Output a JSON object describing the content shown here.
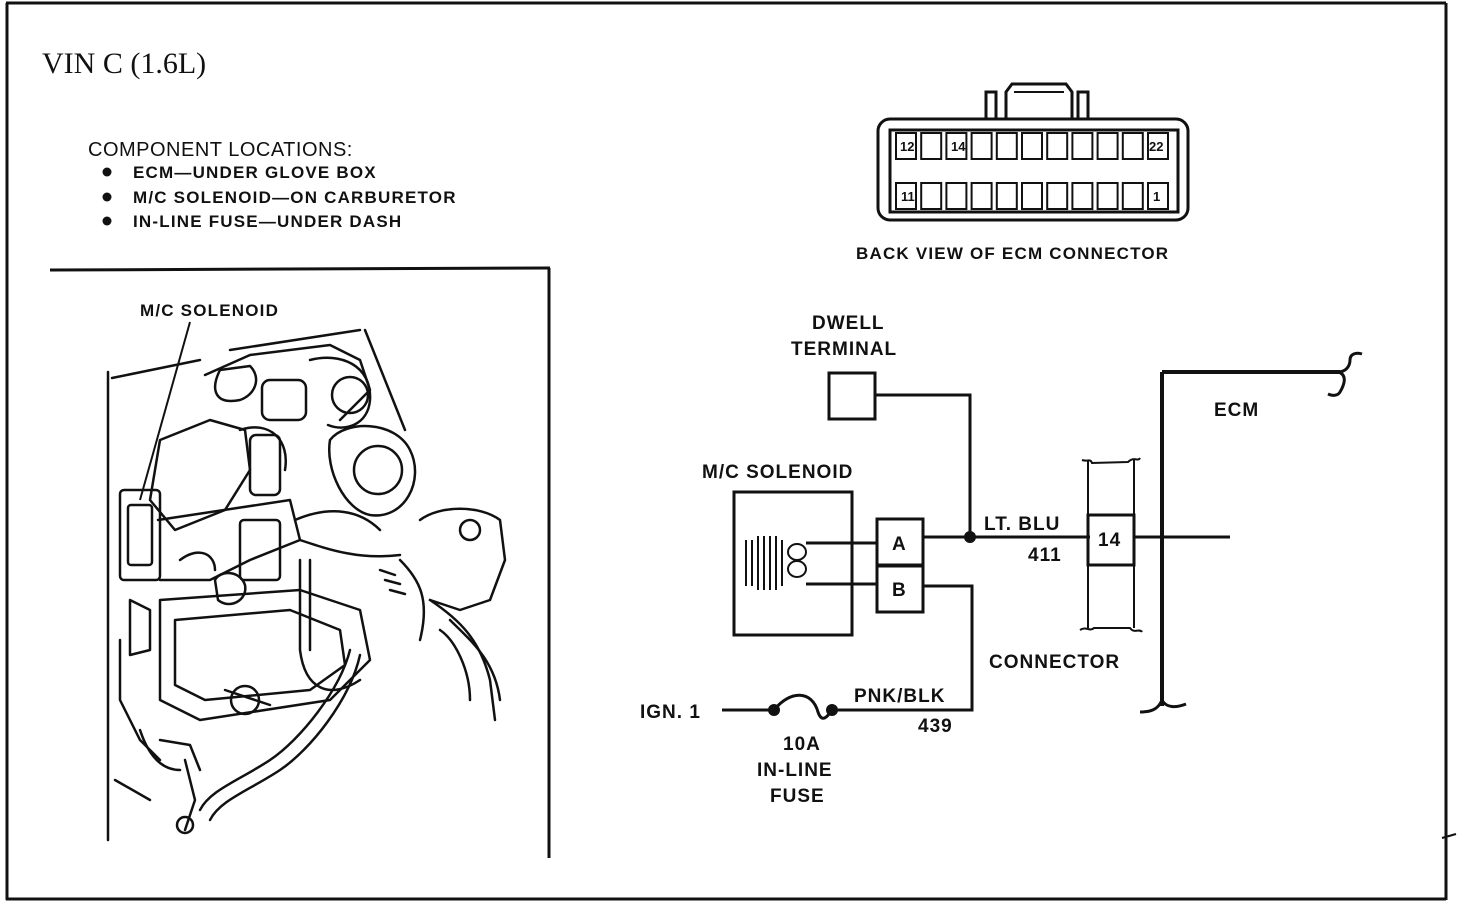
{
  "title": "VIN  C  (1.6L)",
  "locations": {
    "heading": "COMPONENT LOCATIONS:",
    "items": [
      "ECM—UNDER GLOVE BOX",
      "M/C SOLENOID—ON CARBURETOR",
      "IN-LINE FUSE—UNDER DASH"
    ]
  },
  "engine_view": {
    "callout": "M/C SOLENOID"
  },
  "ecm_connector": {
    "caption": "BACK VIEW OF ECM CONNECTOR",
    "pin_labels": {
      "top_left": "12",
      "top_second": "14",
      "top_right": "22",
      "bottom_left": "11",
      "bottom_right": "1"
    }
  },
  "schematic": {
    "dwell_line1": "DWELL",
    "dwell_line2": "TERMINAL",
    "solenoid": "M/C SOLENOID",
    "pin_a": "A",
    "pin_b": "B",
    "wire1_color": "LT. BLU",
    "wire1_circuit": "411",
    "wire2_color": "PNK/BLK",
    "wire2_circuit": "439",
    "ign": "IGN. 1",
    "fuse_line1": "10A",
    "fuse_line2": "IN-LINE",
    "fuse_line3": "FUSE",
    "connector": "CONNECTOR",
    "connector_pin": "14",
    "ecm": "ECM"
  }
}
